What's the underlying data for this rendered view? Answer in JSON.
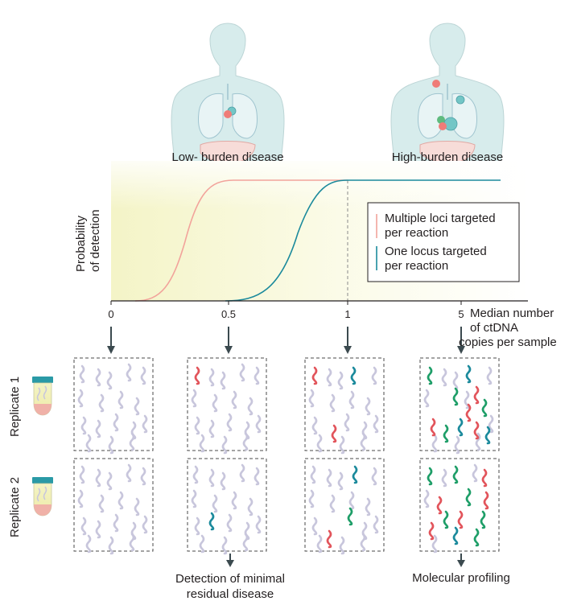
{
  "panels": {
    "low_burden_label": "Low- burden disease",
    "high_burden_label": "High-burden disease"
  },
  "chart": {
    "ylabel_line1": "Probability",
    "ylabel_line2": "of detection",
    "x_axis_title_line1": "Median number",
    "x_axis_title_line2": "of ctDNA",
    "x_axis_title_line3": "copies per sample",
    "tick_labels": [
      "0",
      "0.5",
      "1",
      "5"
    ],
    "legend": [
      {
        "line1": "Multiple loci targeted",
        "line2": "per reaction",
        "color": "#f2a39b"
      },
      {
        "line1": "One locus targeted",
        "line2": "per reaction",
        "color": "#1b8a9c"
      }
    ]
  },
  "replicates": {
    "row1_label": "Replicate 1",
    "row2_label": "Replicate 2"
  },
  "footers": {
    "mrd_line1": "Detection of minimal",
    "mrd_line2": "residual disease",
    "profiling": "Molecular profiling"
  },
  "colors": {
    "pink": "#f2a39b",
    "teal": "#1b8a9c",
    "red": "#e2545b",
    "green": "#1e9e68",
    "grey_fragment": "#c8c6dc",
    "body": "#d9eeee"
  }
}
